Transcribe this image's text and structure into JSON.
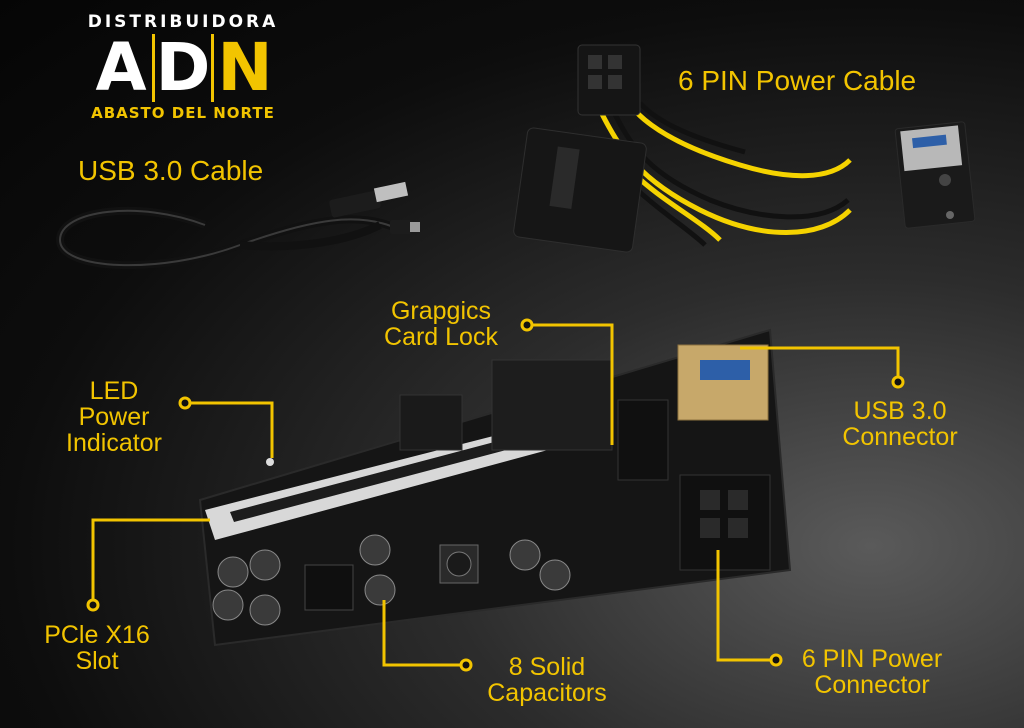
{
  "logo": {
    "top": "DISTRIBUIDORA",
    "letters": [
      "A",
      "D",
      "N"
    ],
    "bottom": "ABASTO DEL NORTE"
  },
  "callouts": {
    "usb_cable": "USB 3.0 Cable",
    "power_cable": "6 PIN Power Cable",
    "card_lock": [
      "Grapgics",
      "Card Lock"
    ],
    "led": [
      "LED",
      "Power",
      "Indicator"
    ],
    "usb_connector": [
      "USB 3.0",
      "Connector"
    ],
    "pcie": [
      "PCle X16",
      "Slot"
    ],
    "capacitors": [
      "8 Solid",
      "Capacitors"
    ],
    "power_connector": [
      "6 PIN Power",
      "Connector"
    ]
  },
  "colors": {
    "accent": "#f2c400",
    "board": "#1a1a1a",
    "wire_yellow": "#f5d300"
  }
}
